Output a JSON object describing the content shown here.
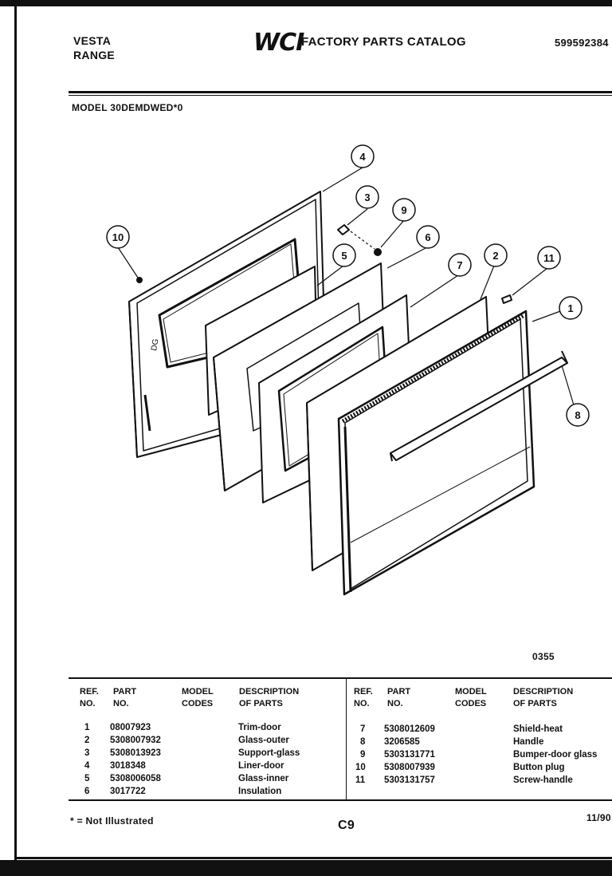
{
  "header": {
    "brand_line1": "VESTA",
    "brand_line2": "RANGE",
    "logo": "WCI",
    "catalog_title": "FACTORY PARTS CATALOG",
    "catalog_number": "599592384",
    "model": "MODEL 30DEMDWED*0"
  },
  "diagram": {
    "code": "0355",
    "callouts": [
      "1",
      "2",
      "3",
      "4",
      "5",
      "6",
      "7",
      "8",
      "9",
      "10",
      "11"
    ]
  },
  "table": {
    "headers": {
      "ref_line1": "REF.",
      "ref_line2": "NO.",
      "part_line1": "PART",
      "part_line2": "NO.",
      "model_line1": "MODEL",
      "model_line2": "CODES",
      "desc_line1": "DESCRIPTION",
      "desc_line2": "OF PARTS"
    },
    "left_rows": [
      {
        "ref": "1",
        "part": "08007923",
        "desc": "Trim-door"
      },
      {
        "ref": "2",
        "part": "5308007932",
        "desc": "Glass-outer"
      },
      {
        "ref": "3",
        "part": "5308013923",
        "desc": "Support-glass"
      },
      {
        "ref": "4",
        "part": "3018348",
        "desc": "Liner-door"
      },
      {
        "ref": "5",
        "part": "5308006058",
        "desc": "Glass-inner"
      },
      {
        "ref": "6",
        "part": "3017722",
        "desc": "Insulation"
      }
    ],
    "right_rows": [
      {
        "ref": "7",
        "part": "5308012609",
        "desc": "Shield-heat"
      },
      {
        "ref": "8",
        "part": "3206585",
        "desc": "Handle"
      },
      {
        "ref": "9",
        "part": "5303131771",
        "desc": "Bumper-door glass"
      },
      {
        "ref": "10",
        "part": "5308007939",
        "desc": "Button plug"
      },
      {
        "ref": "11",
        "part": "5303131757",
        "desc": "Screw-handle"
      }
    ]
  },
  "footer": {
    "note": "* = Not Illustrated",
    "page_code": "C9",
    "date": "11/90"
  }
}
